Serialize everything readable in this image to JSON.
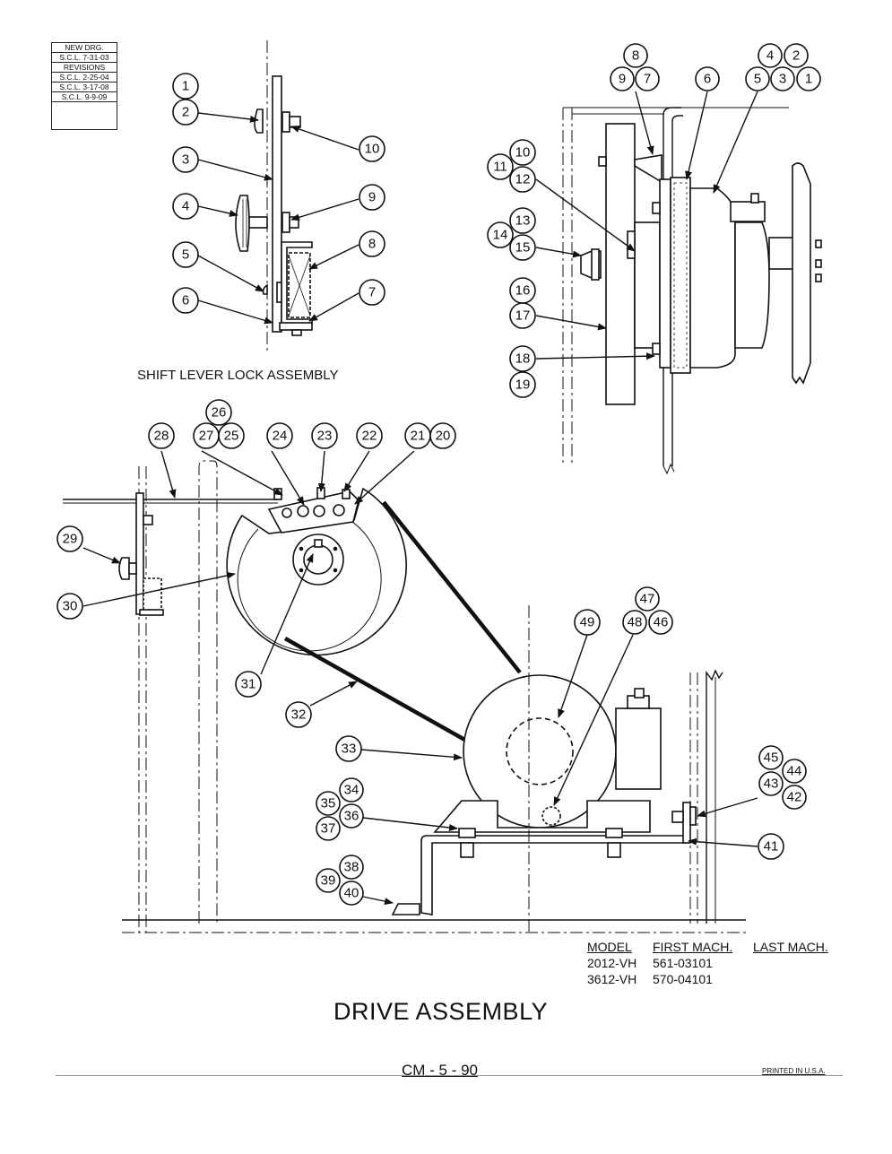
{
  "revisions": [
    "NEW DRG.",
    "S.C.L. 7-31-03",
    "REVISIONS",
    "S.C.L. 2-25-04",
    "S.C.L. 3-17-08",
    "S.C.L. 9-9-09"
  ],
  "subassembly_title": "SHIFT LEVER LOCK ASSEMBLY",
  "title": "DRIVE ASSEMBLY",
  "model_table": {
    "headers": [
      "MODEL",
      "FIRST MACH.",
      "LAST MACH."
    ],
    "rows": [
      [
        "2012-VH",
        "561-03101",
        ""
      ],
      [
        "3612-VH",
        "570-04101",
        ""
      ]
    ]
  },
  "page_code": "CM - 5 - 90",
  "printed_note": "PRINTED IN U.S.A.",
  "callouts": {
    "shift_lever_lock": [
      "1",
      "2",
      "3",
      "4",
      "5",
      "6",
      "7",
      "8",
      "9",
      "10"
    ],
    "clutch_side_view": [
      "1",
      "2",
      "3",
      "4",
      "5",
      "6",
      "7",
      "8",
      "9",
      "10",
      "11",
      "12",
      "13",
      "14",
      "15",
      "16",
      "17",
      "18",
      "19"
    ],
    "drive_assembly": [
      "20",
      "21",
      "22",
      "23",
      "24",
      "25",
      "26",
      "27",
      "28",
      "29",
      "30",
      "31",
      "32",
      "33",
      "34",
      "35",
      "36",
      "37",
      "38",
      "39",
      "40",
      "41",
      "42",
      "43",
      "44",
      "45",
      "46",
      "47",
      "48",
      "49"
    ]
  }
}
